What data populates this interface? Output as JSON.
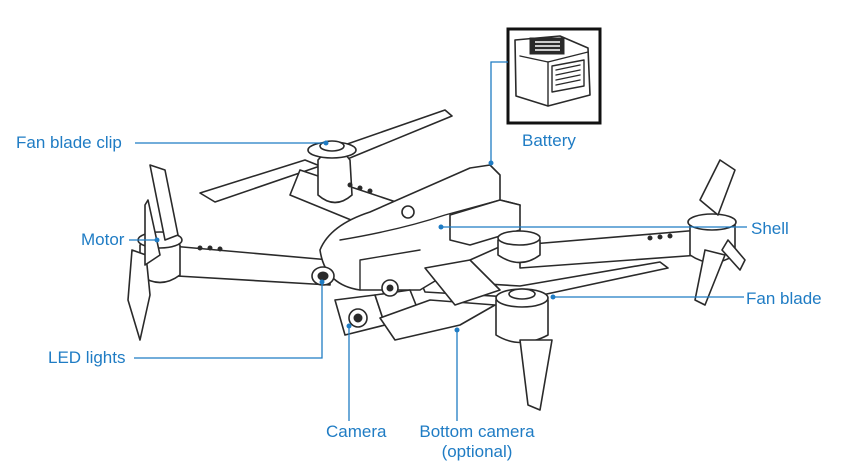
{
  "labels": {
    "battery": "Battery",
    "fan_blade_clip": "Fan blade clip",
    "motor": "Motor",
    "shell": "Shell",
    "fan_blade": "Fan blade",
    "led_lights": "LED lights",
    "camera": "Camera",
    "bottom_camera_line1": "Bottom camera",
    "bottom_camera_line2": "(optional)"
  },
  "colors": {
    "label": "#1f7cc4",
    "leader": "#1f7cc4",
    "drawing": "#2a2a2a"
  }
}
